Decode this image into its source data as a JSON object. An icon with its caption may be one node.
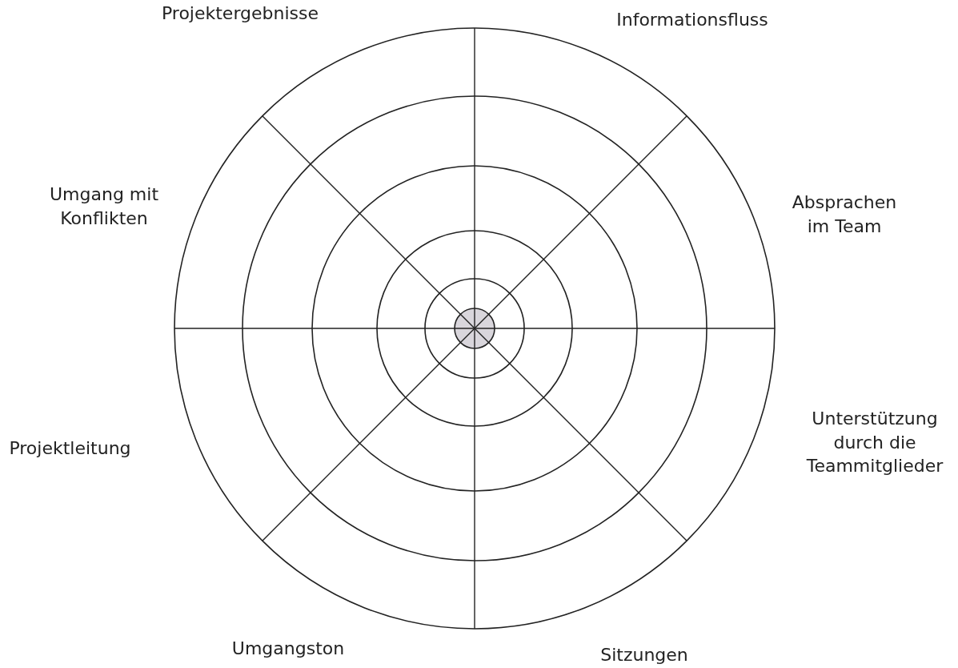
{
  "diagram": {
    "labels": [
      "Projektergebnisse",
      "Informationsfluss",
      "Umgang mit Konflikten",
      "Absprachen im Team",
      "Projektleitung",
      "Unterstützung durch die Teammitglieder",
      "Umgangston",
      "Sitzungen"
    ]
  }
}
